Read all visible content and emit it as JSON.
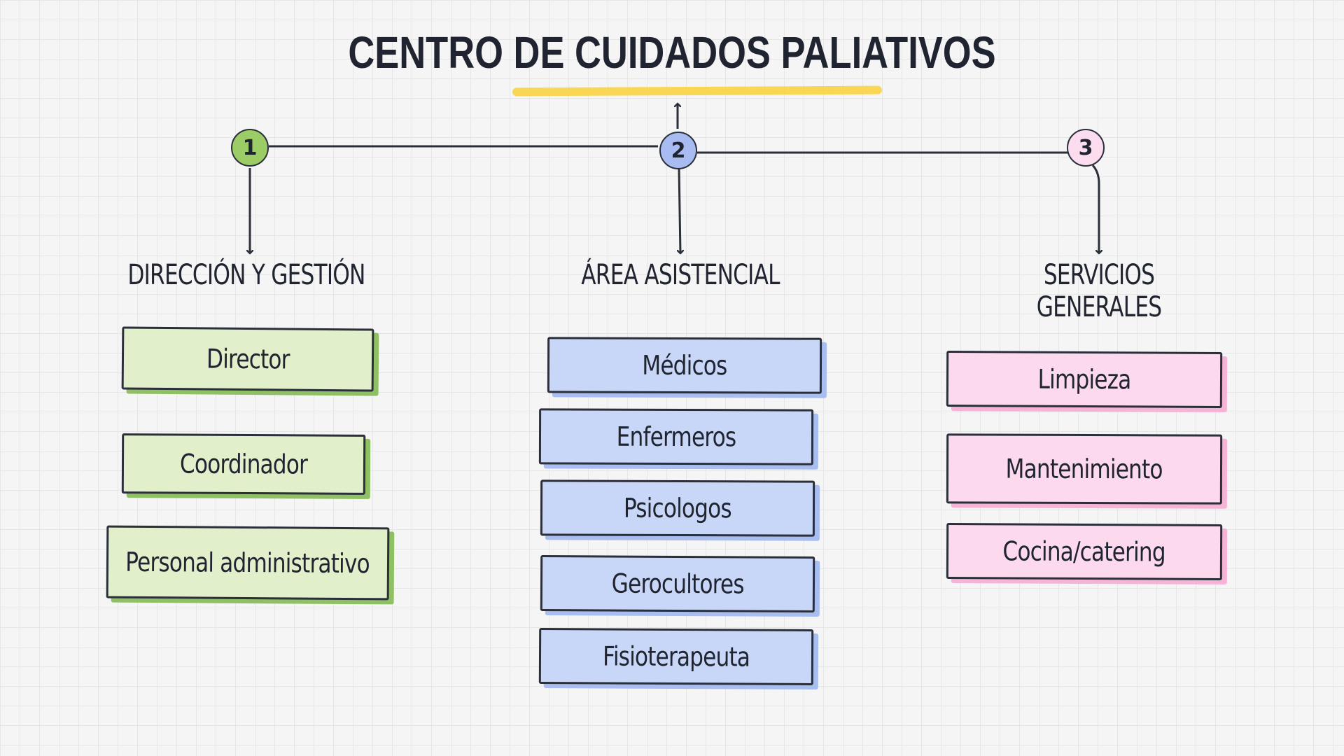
{
  "title": "CENTRO DE CUIDADOS PALIATIVOS",
  "colors": {
    "ink": "#1f2430",
    "title_underline": "#f9d44a",
    "green_fill": "#e2efcb",
    "green_shadow": "#8fc064",
    "green_node": "#9ccc65",
    "blue_fill": "#c8d6f8",
    "blue_shadow": "#a8bdf0",
    "blue_node": "#a9bcf2",
    "pink_fill": "#fdd9ee",
    "pink_shadow": "#f5b3d6",
    "pink_node": "#fcdcef"
  },
  "branches": [
    {
      "number": "1",
      "heading": "DIRECCIÓN Y GESTIÓN",
      "items": [
        "Director",
        "Coordinador",
        "Personal administrativo"
      ]
    },
    {
      "number": "2",
      "heading": "ÁREA ASISTENCIAL",
      "items": [
        "Médicos",
        "Enfermeros",
        "Psicologos",
        "Gerocultores",
        "Fisioterapeuta"
      ]
    },
    {
      "number": "3",
      "heading": "SERVICIOS GENERALES",
      "items": [
        "Limpieza",
        "Mantenimiento",
        "Cocina/catering"
      ]
    }
  ]
}
